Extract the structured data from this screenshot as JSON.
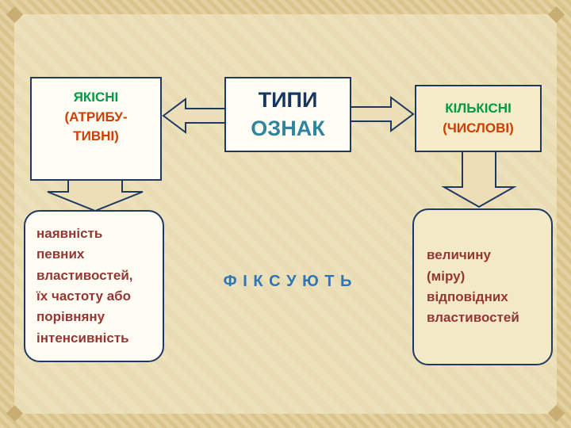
{
  "slide": {
    "top_boxes": {
      "qualitative": {
        "title": "ЯКІСНІ",
        "subtitle": "(АТРИБУ-\nТИВНІ)"
      },
      "types": {
        "line1": "ТИПИ",
        "line2": "ОЗНАК"
      },
      "quantitative": {
        "title": "КІЛЬКІСНІ",
        "subtitle": "(ЧИСЛОВІ)"
      }
    },
    "center_label": "Ф І К С У Ю Т Ь",
    "notes": {
      "qualitative": "наявність\nпевних\nвластивостей,\nїх частоту або\nпорівняну\nінтенсивність",
      "quantitative": "величину\n(міру)\nвідповідних\nвластивостей"
    },
    "colors": {
      "background": "#ecdfb8",
      "frame_pattern": "#d9c48e",
      "box_border": "#1f3864",
      "green": "#009a44",
      "red": "#d13c01",
      "navy": "#17375e",
      "teal": "#31849b",
      "blue": "#2e75b6",
      "maroon": "#943634"
    }
  }
}
